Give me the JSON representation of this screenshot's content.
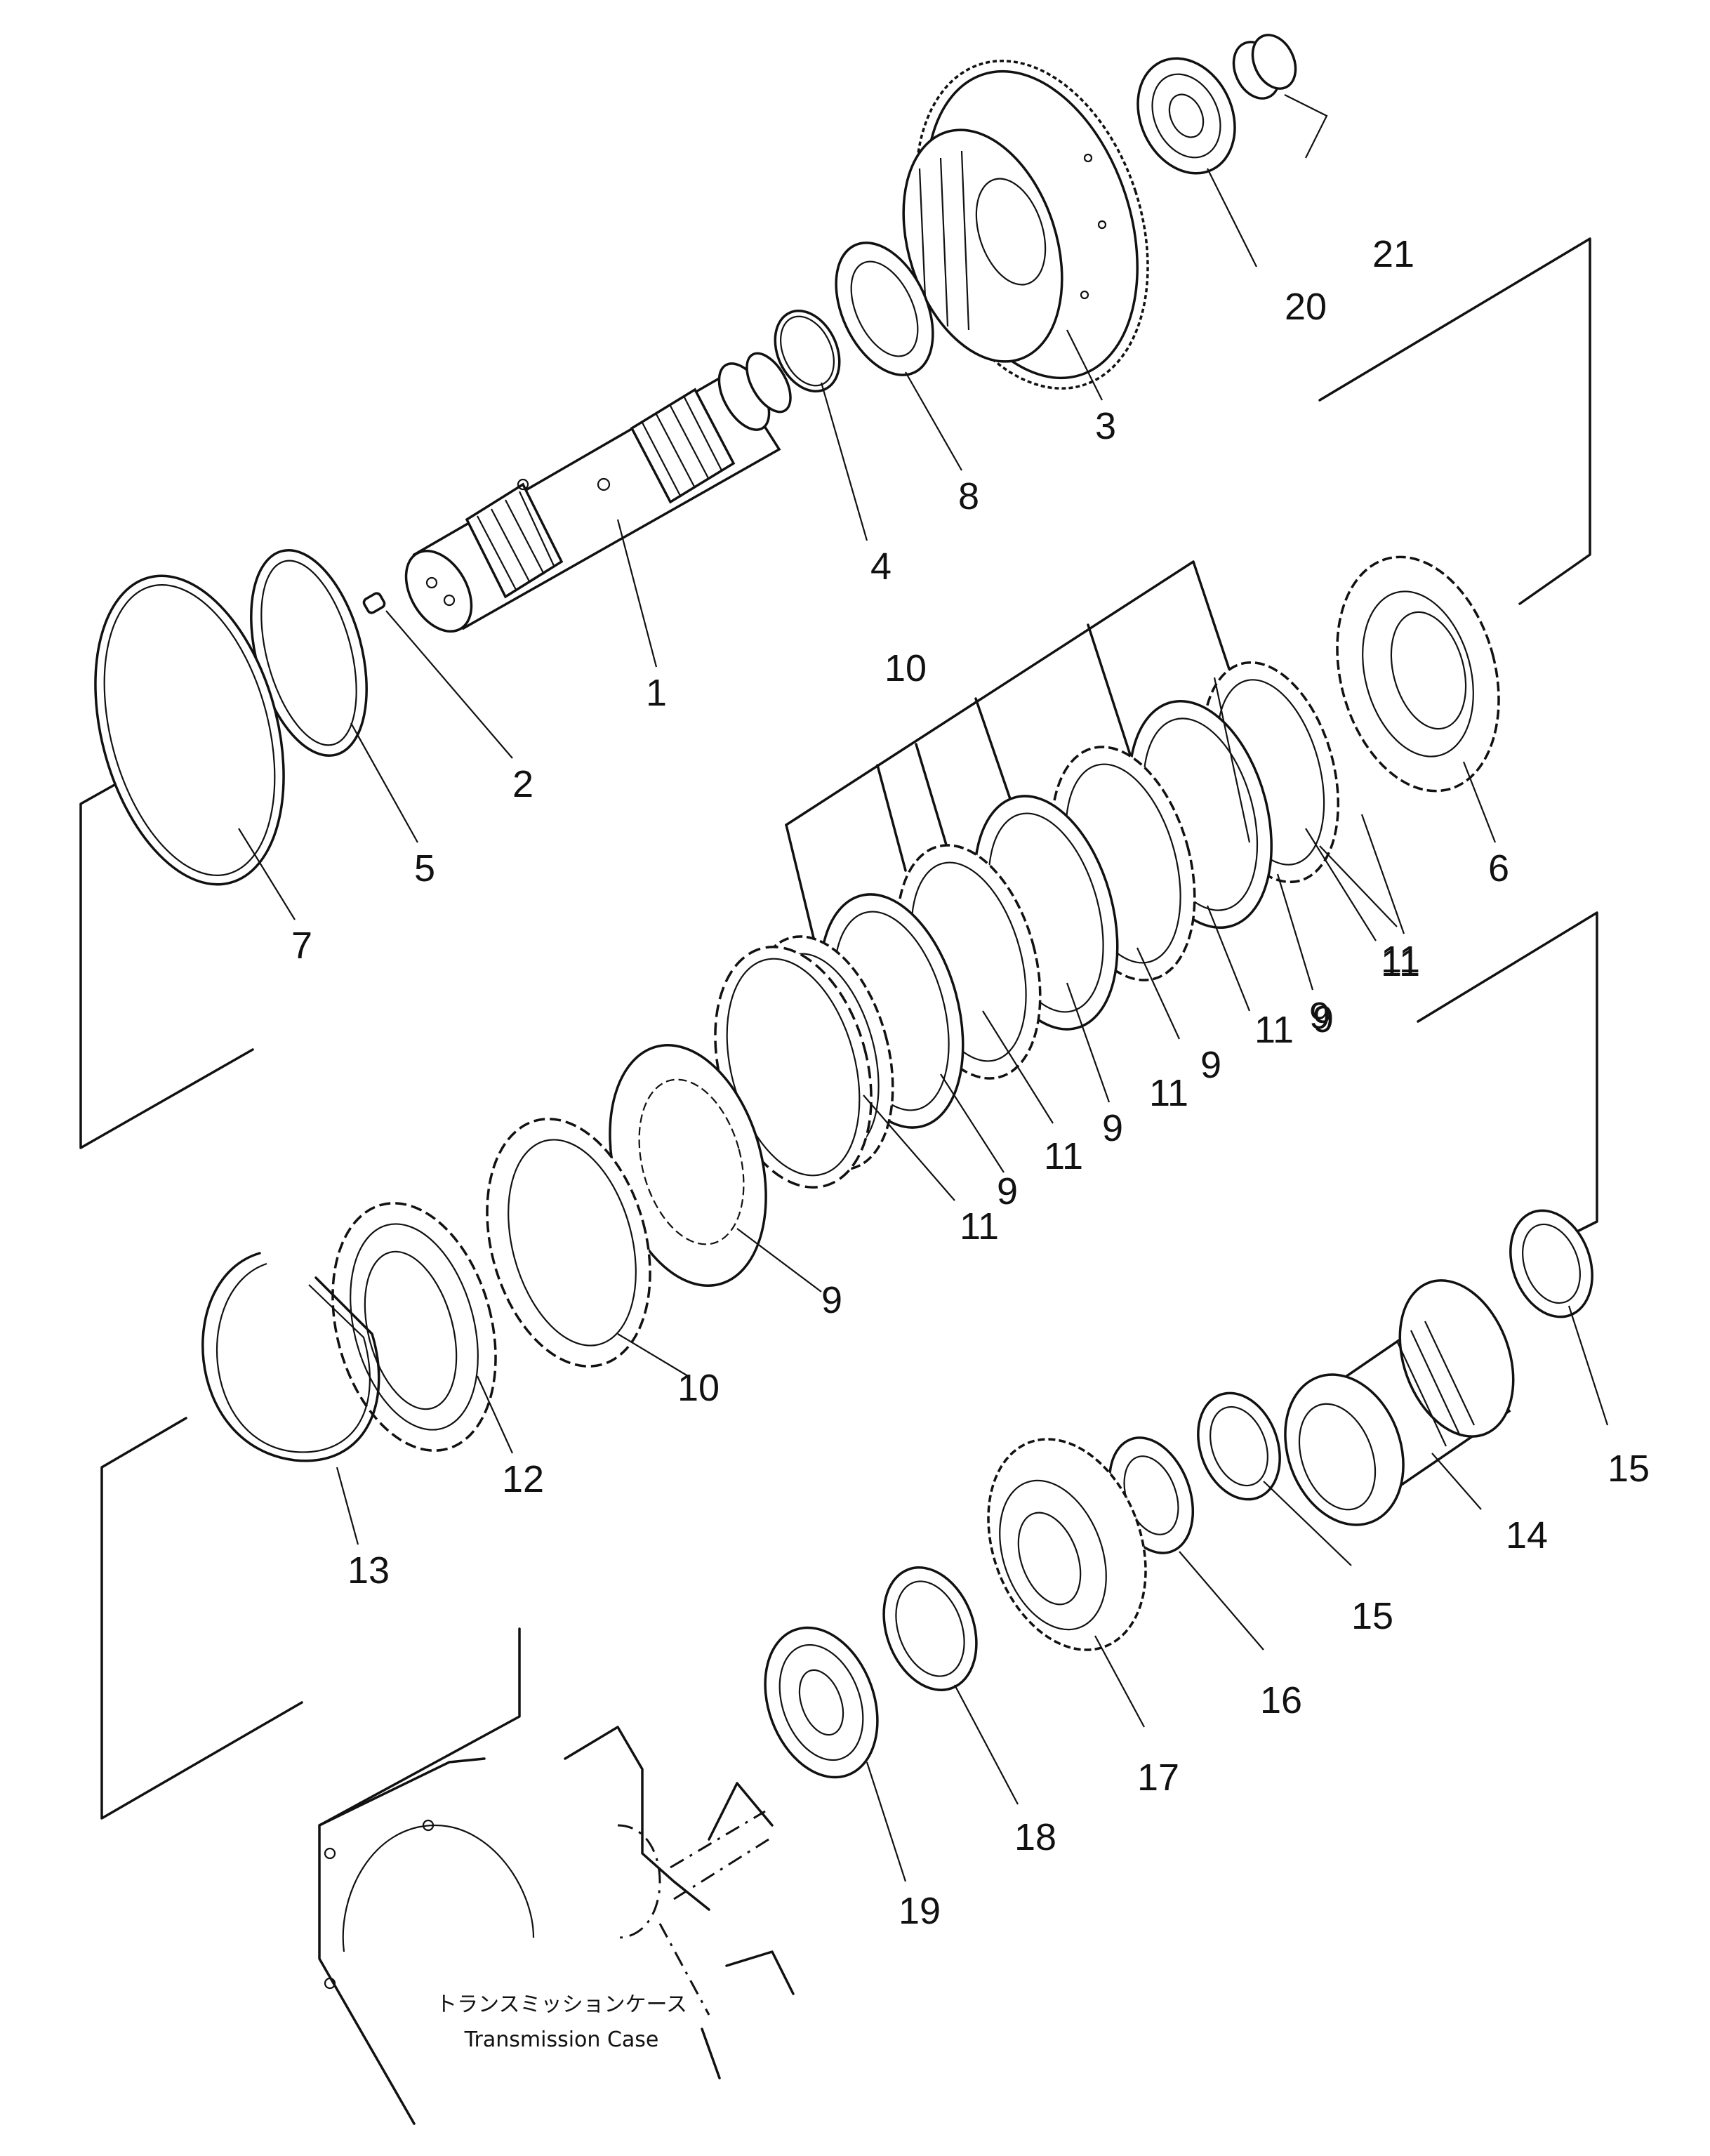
{
  "callouts": [
    "1",
    "2",
    "3",
    "4",
    "5",
    "6",
    "7",
    "8",
    "9",
    "9",
    "9",
    "9",
    "9",
    "9",
    "10",
    "10",
    "11",
    "11",
    "11",
    "11",
    "11",
    "11",
    "12",
    "13",
    "14",
    "15",
    "15",
    "16",
    "17",
    "18",
    "19",
    "20",
    "21"
  ],
  "case_label": {
    "japanese": "トランスミッションケース",
    "english": "Transmission Case"
  }
}
